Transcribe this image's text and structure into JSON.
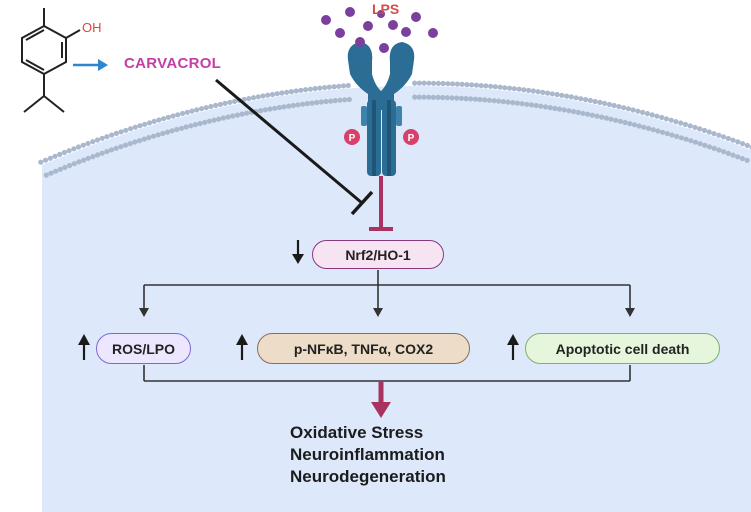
{
  "molecule": {
    "substituent_label": "OH"
  },
  "drug": {
    "name": "CARVACROL"
  },
  "receptor": {
    "ligand_label": "LPS",
    "phospho_left": "P",
    "phospho_right": "P"
  },
  "pathway": {
    "target": {
      "label": "Nrf2/HO-1",
      "direction": "down"
    },
    "effects": [
      {
        "label": "ROS/LPO",
        "direction": "up",
        "fill": "#ece7ff",
        "stroke": "#7a6ad0"
      },
      {
        "label": "p-NFκB, TNFα, COX2",
        "direction": "up",
        "fill": "#ecdcc8",
        "stroke": "#8a6f55"
      },
      {
        "label": "Apoptotic cell death",
        "direction": "up",
        "fill": "#e6f6dc",
        "stroke": "#7bb36a"
      }
    ],
    "outcomes": [
      "Oxidative Stress",
      "Neuroinflammation",
      "Neurodegeneration"
    ]
  },
  "colors": {
    "cell_fill": "#dde8fb",
    "membrane_bead": "#a9b8cd",
    "receptor": "#2b6d94",
    "receptor_dark": "#1f5577",
    "ligand": "#7b3f9e",
    "inhibit": "#a83360",
    "activation_arrow": "#2e86d1",
    "target_fill": "#f7e4f2",
    "target_stroke": "#8a3a7a"
  }
}
